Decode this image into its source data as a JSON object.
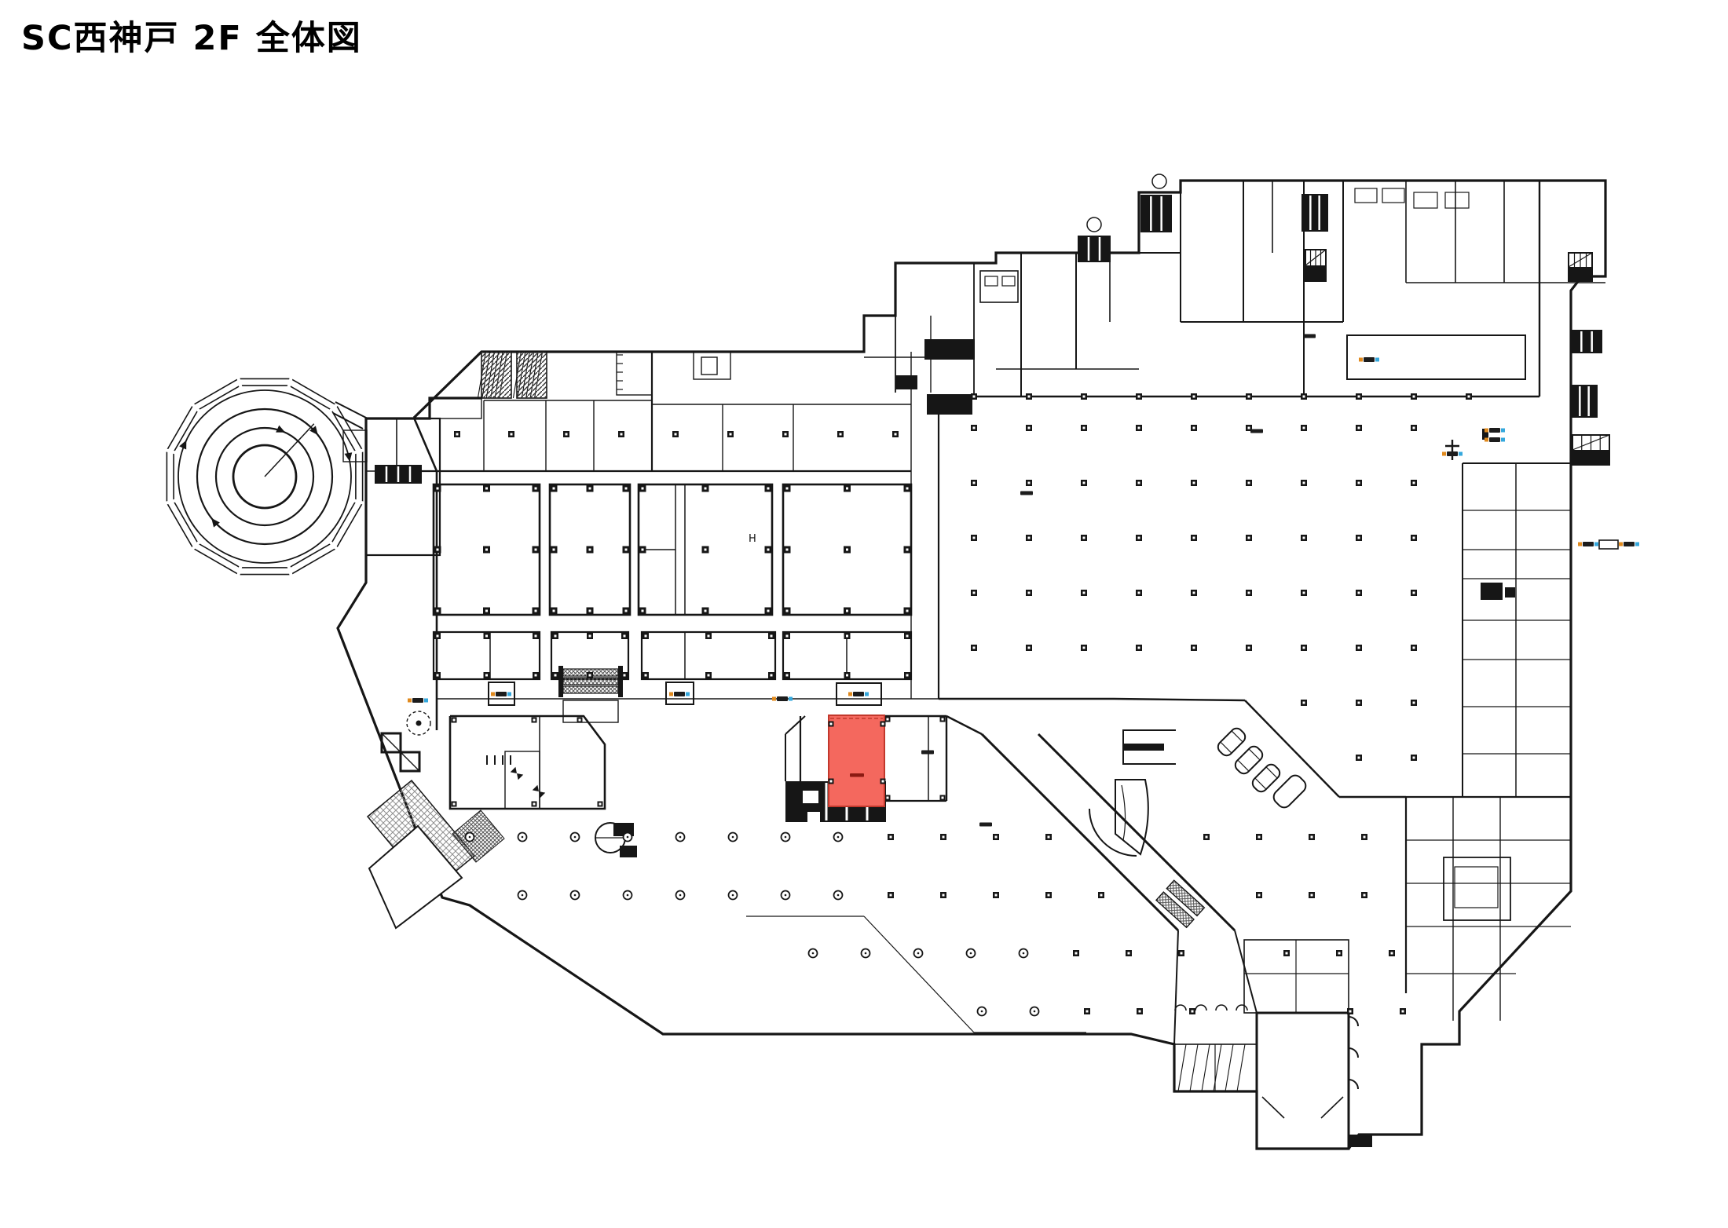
{
  "title": "SC西神戸 2F 全体図",
  "building": "SC西神戸",
  "floor": "2F",
  "drawing_type": "全体図",
  "marks": {
    "h_column_mark": "H"
  },
  "colors": {
    "line": "#161616",
    "thin_line": "#2b2b2b",
    "highlight_fill": "#F4685E",
    "highlight_border": "#C2382C",
    "highlight_label": "#8b1a12",
    "hatch_gray": "#8f8f8f",
    "hatch_dark": "#555555",
    "micro_label_dark": "#1c1c1c",
    "micro_label_orange": "#e08a1e",
    "micro_label_cyan": "#35a8dd",
    "background": "#ffffff"
  }
}
